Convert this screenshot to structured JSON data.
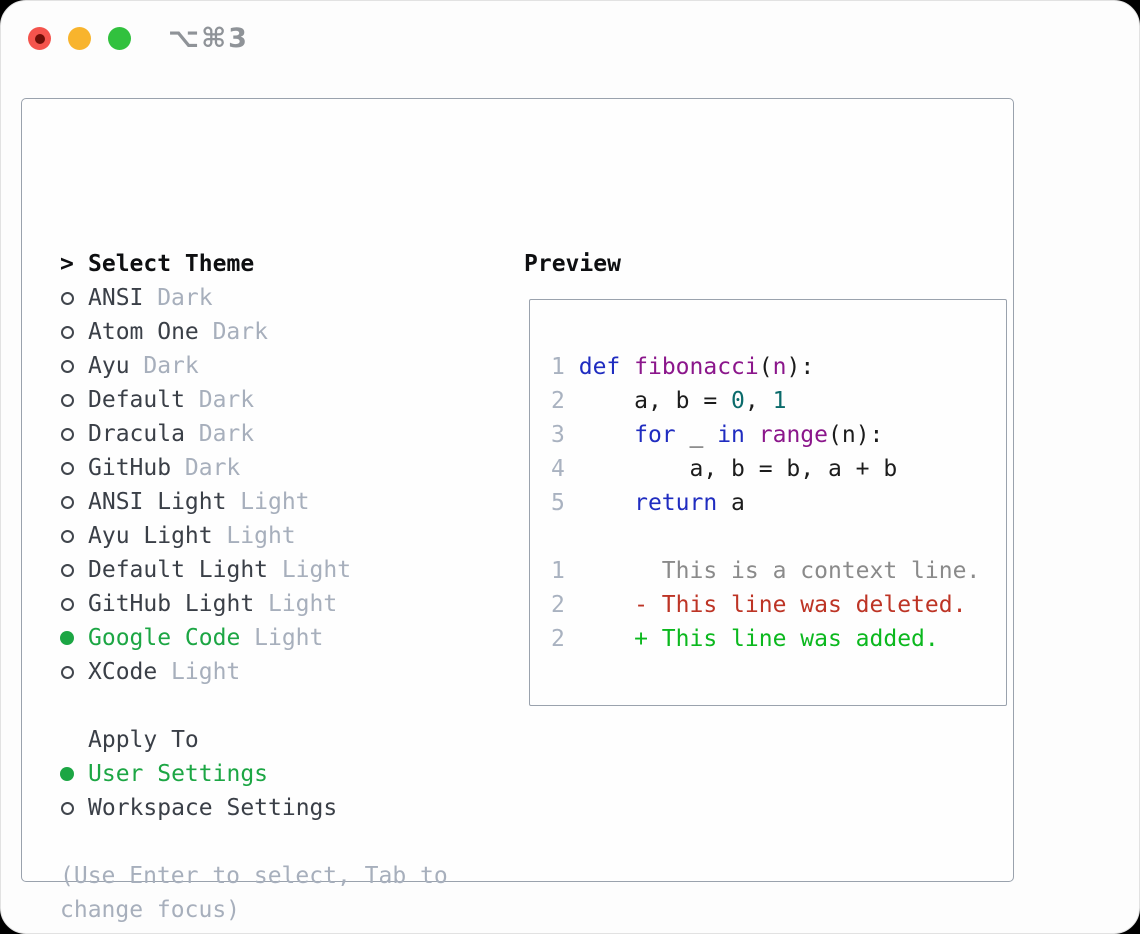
{
  "titlebar": {
    "shortcut": "⌥⌘3"
  },
  "left": {
    "header": {
      "marker": ">",
      "label": "Select Theme"
    },
    "themes": [
      {
        "name": "ANSI",
        "variant": "Dark",
        "selected": false
      },
      {
        "name": "Atom One",
        "variant": "Dark",
        "selected": false
      },
      {
        "name": "Ayu",
        "variant": "Dark",
        "selected": false
      },
      {
        "name": "Default",
        "variant": "Dark",
        "selected": false
      },
      {
        "name": "Dracula",
        "variant": "Dark",
        "selected": false
      },
      {
        "name": "GitHub",
        "variant": "Dark",
        "selected": false
      },
      {
        "name": "ANSI Light",
        "variant": "Light",
        "selected": false
      },
      {
        "name": "Ayu Light",
        "variant": "Light",
        "selected": false
      },
      {
        "name": "Default Light",
        "variant": "Light",
        "selected": false
      },
      {
        "name": "GitHub Light",
        "variant": "Light",
        "selected": false
      },
      {
        "name": "Google Code",
        "variant": "Light",
        "selected": true
      },
      {
        "name": "XCode",
        "variant": "Light",
        "selected": false
      }
    ],
    "apply_to": {
      "label": "Apply To",
      "options": [
        {
          "name": "User Settings",
          "selected": true
        },
        {
          "name": "Workspace Settings",
          "selected": false
        }
      ]
    },
    "hint_line1": "(Use Enter to select, Tab to",
    "hint_line2": "change focus)"
  },
  "preview": {
    "label": "Preview",
    "code": {
      "l1": {
        "n": "1",
        "s": " ",
        "k1": "def",
        "p1": " ",
        "f1": "fibonacci",
        "p2": "(",
        "f2": "n",
        "p3": "):"
      },
      "l2": {
        "n": "2",
        "p1": "     a, b = ",
        "v1": "0",
        "p2": ", ",
        "v2": "1"
      },
      "l3": {
        "n": "3",
        "p1": "     ",
        "k1": "for",
        "p2": " _ ",
        "k2": "in",
        "p3": " ",
        "f1": "range",
        "p4": "(n):"
      },
      "l4": {
        "n": "4",
        "p1": "         a, b = b, a + b"
      },
      "l5": {
        "n": "5",
        "p1": "     ",
        "k1": "return",
        "p2": " a"
      }
    },
    "diff": {
      "d1": {
        "n": "1",
        "text": "       This is a context line."
      },
      "d2": {
        "n": "2",
        "pad": "     ",
        "text": "- This line was deleted."
      },
      "d3": {
        "n": "2",
        "pad": "     ",
        "text": "+ This line was added."
      }
    }
  },
  "colors": {
    "accent_green": "#1ca644",
    "diff_added_green": "#0bb81e",
    "diff_deleted_red": "#bd3425",
    "diff_context_gray": "#8a8a8a",
    "keyword_blue": "#1f2cc0",
    "title_purple": "#8b168b",
    "number_teal": "#0b6b6b",
    "muted_gray": "#a7afbc",
    "border_gray": "#9aa2ad",
    "traffic_red": "#f4544d",
    "traffic_yellow": "#f8b42d",
    "traffic_green": "#31c13e"
  }
}
